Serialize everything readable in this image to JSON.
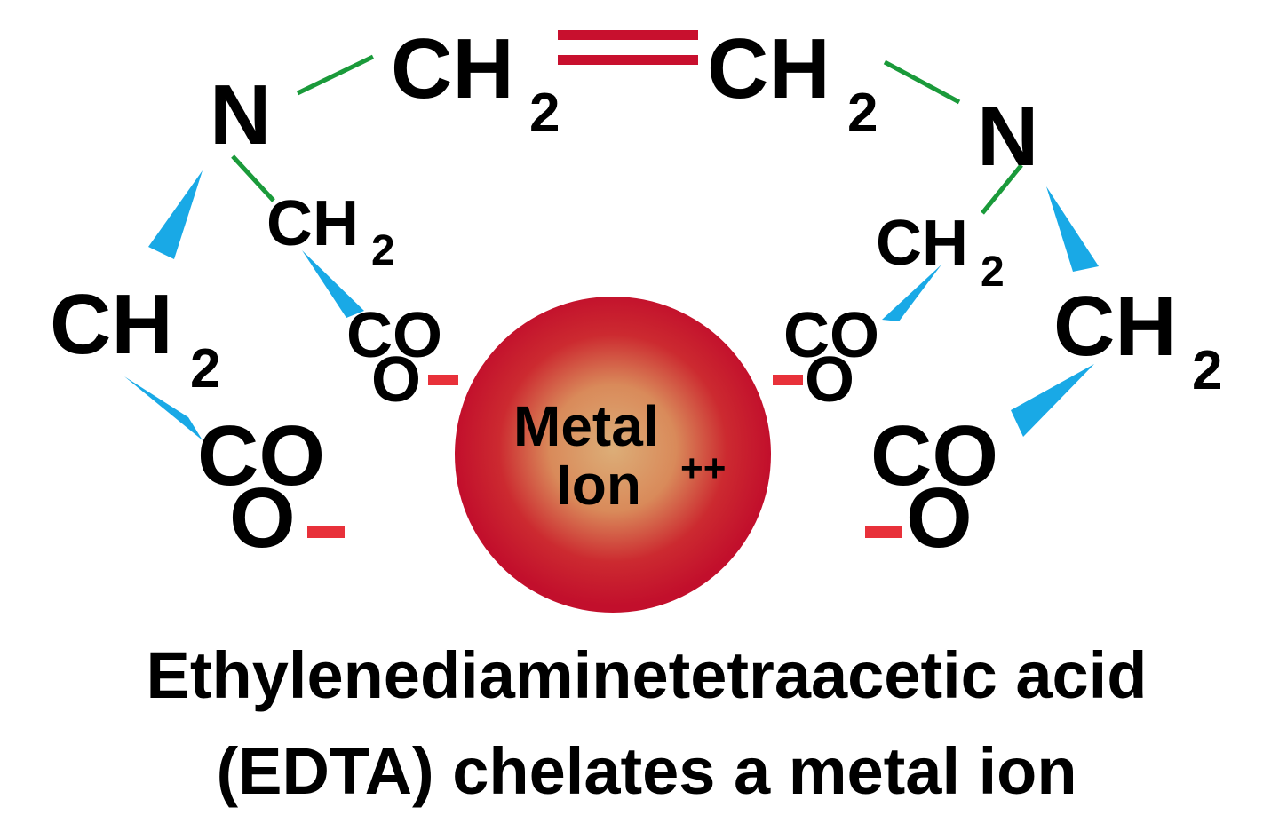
{
  "diagram": {
    "groups": {
      "ch2": "CH",
      "sub2": "2",
      "n": "N",
      "co": "CO",
      "o": "O"
    },
    "metal_ion": {
      "line1": "Metal",
      "line2": "Ion",
      "charge": "++"
    },
    "caption": {
      "line1": "Ethylenediaminetetraacetic acid",
      "line2": "(EDTA) chelates a metal ion"
    },
    "colors": {
      "double_bond": "#c8102e",
      "single_bond": "#1a9a3a",
      "coordinate_wedge": "#19a9e6",
      "negative_charge": "#e8313a",
      "ion_outer": "#c8102e",
      "ion_inner": "#d9a06a"
    }
  }
}
